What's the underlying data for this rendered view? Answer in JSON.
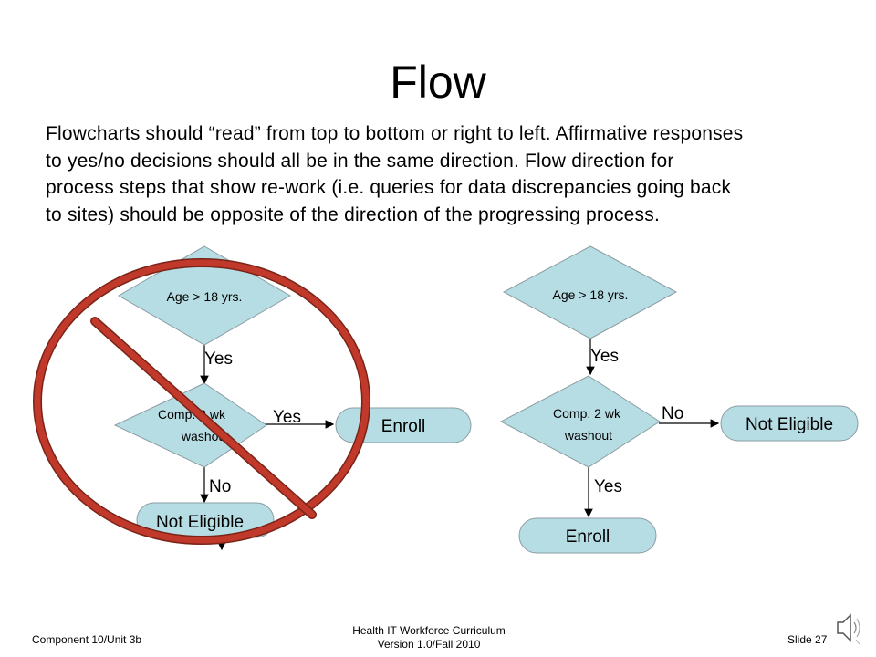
{
  "slide": {
    "title": "Flow",
    "body_lines": [
      "Flowcharts should “read” from top to bottom or right to left.  Affirmative responses",
      "to yes/no decisions should all be in the same direction.  Flow direction for",
      "process steps that show re-work (i.e. queries for data discrepancies going back",
      "to sites) should be opposite of the direction of the progressing process."
    ]
  },
  "left_flowchart": {
    "decision1": "Age > 18 yrs.",
    "decision1_yes": "Yes",
    "decision2_line1": "Comp. 2 wk",
    "decision2_line2": "washout",
    "decision2_yes": "Yes",
    "decision2_no": "No",
    "enroll": "Enroll",
    "not_eligible": "Not Eligible",
    "crossed_out": true
  },
  "right_flowchart": {
    "decision1": "Age > 18 yrs.",
    "decision1_yes": "Yes",
    "decision2_line1": "Comp. 2 wk",
    "decision2_line2": "washout",
    "decision2_no": "No",
    "decision2_yes": "Yes",
    "not_eligible": "Not Eligible",
    "enroll": "Enroll"
  },
  "footer": {
    "left": "Component 10/Unit 3b",
    "center_line1": "Health IT Workforce Curriculum",
    "center_line2": "Version 1.0/Fall 2010",
    "slide_number": "Slide 27"
  },
  "colors": {
    "shape_fill": "#b7dde4",
    "shape_stroke": "#8a9da2",
    "prohibit_red": "#c0392b",
    "prohibit_stroke": "#7a2418"
  },
  "icons": [
    "speaker-icon",
    "prohibition-sign-icon"
  ]
}
